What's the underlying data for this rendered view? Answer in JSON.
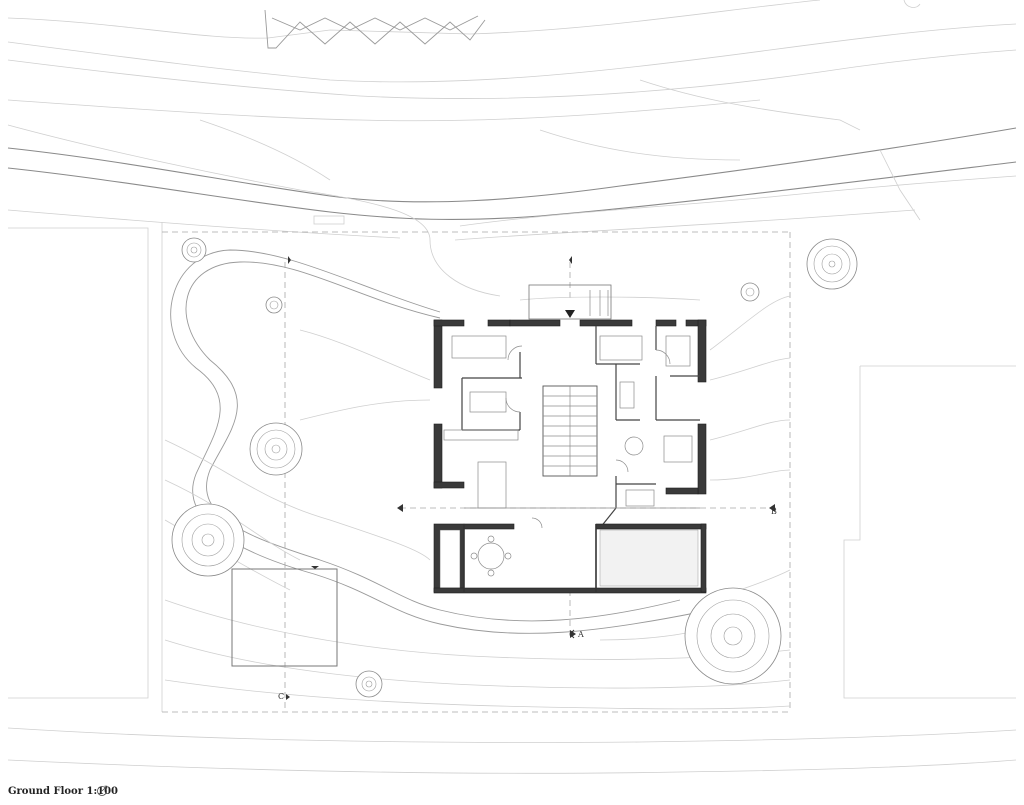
{
  "caption": {
    "title": "Ground Floor 1:100"
  },
  "section_markers": {
    "a": "A",
    "b": "B",
    "c": "C"
  },
  "icons": {
    "north_arrow": "north-arrow-icon"
  },
  "colors": {
    "wall": "#3a3a3a",
    "contour": "#cfcfcf",
    "paper": "#ffffff"
  }
}
